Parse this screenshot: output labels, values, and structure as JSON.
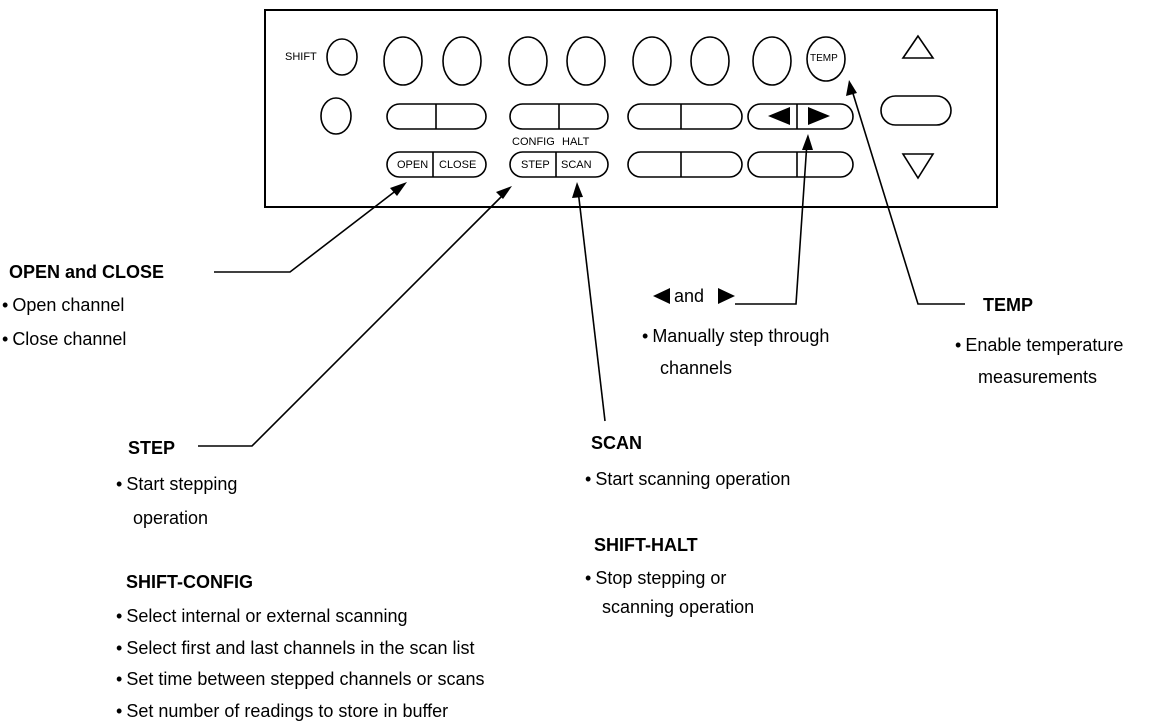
{
  "panel": {
    "shift_label": "SHIFT",
    "temp_label": "TEMP",
    "config_label": "CONFIG",
    "halt_label": "HALT",
    "open_label": "OPEN",
    "close_label": "CLOSE",
    "step_label": "STEP",
    "scan_label": "SCAN"
  },
  "callouts": {
    "open_close": {
      "title": "OPEN and CLOSE",
      "items": [
        "Open channel",
        "Close channel"
      ]
    },
    "arrows": {
      "title": "and",
      "items": [
        "Manually step through",
        "channels"
      ]
    },
    "temp": {
      "title": "TEMP",
      "items": [
        "Enable temperature",
        "measurements"
      ]
    },
    "step": {
      "title": "STEP",
      "items": [
        "Start stepping",
        "operation"
      ]
    },
    "scan": {
      "title": "SCAN",
      "items": [
        "Start scanning operation"
      ]
    },
    "shift_halt": {
      "title": "SHIFT-HALT",
      "items": [
        "Stop stepping or",
        "scanning operation"
      ]
    },
    "shift_config": {
      "title": "SHIFT-CONFIG",
      "items": [
        "Select internal or external scanning",
        "Select first and last channels in the scan list",
        "Set time between stepped channels or scans",
        "Set number of readings to store in buffer"
      ]
    }
  }
}
